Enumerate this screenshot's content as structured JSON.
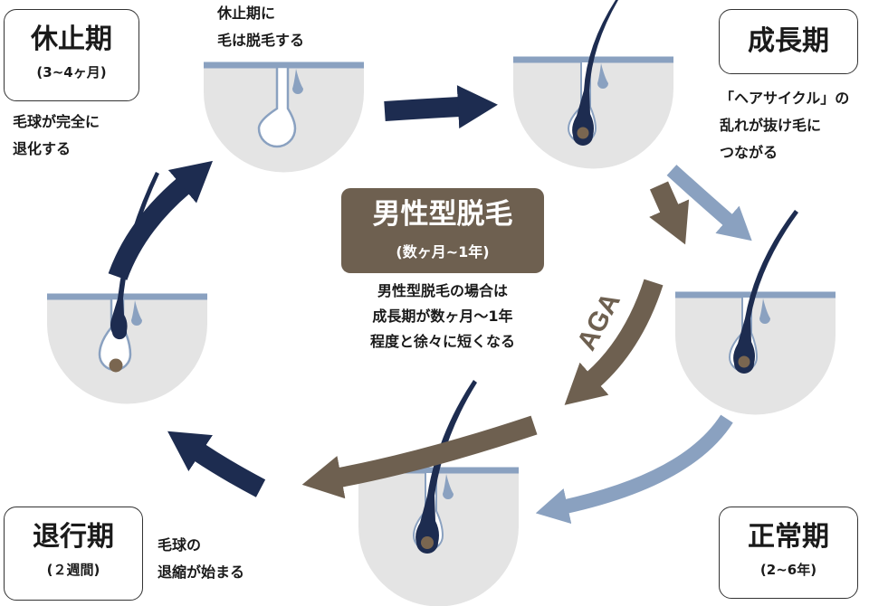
{
  "phases": {
    "telogen": {
      "name": "休止期",
      "duration": "(3~4ヶ月)"
    },
    "anagen": {
      "name": "成長期"
    },
    "normal": {
      "name": "正常期",
      "duration": "(2~6年)"
    },
    "catagen": {
      "name": "退行期",
      "duration": "(２週間)"
    }
  },
  "notes": {
    "top": [
      "休止期に",
      "毛は脱毛する"
    ],
    "telogen": [
      "毛球が完全に",
      "退化する"
    ],
    "anagen": [
      "「ヘアサイクル」の",
      "乱れが抜け毛に",
      "つながる"
    ],
    "catagen": [
      "毛球の",
      "退縮が始まる"
    ]
  },
  "center": {
    "title": "男性型脱毛",
    "subtitle": "(数ヶ月~1年)",
    "description": [
      "男性型脱毛の場合は",
      "成長期が数ヶ月～1年",
      "程度と徐々に短くなる"
    ]
  },
  "aga_label": "AGA",
  "colors": {
    "navy": "#1d2c50",
    "brown": "#6e6050",
    "light_blue": "#8aa1c0",
    "skin": "#e4e4e4",
    "skin_line": "#8aa1c0",
    "bulb": "#7a6650"
  },
  "icons": {
    "arrow": "arrow-icon",
    "follicle": "hair-follicle-icon"
  }
}
